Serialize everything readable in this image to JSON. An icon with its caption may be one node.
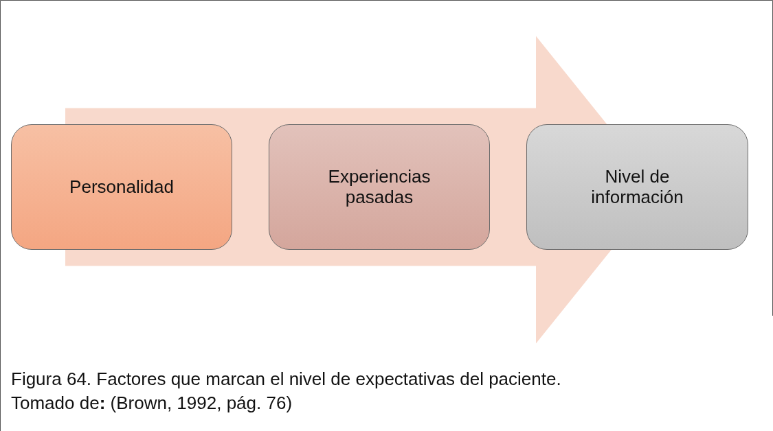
{
  "diagram": {
    "caption": "Figura 64. Factores que marcan el nivel de expectativas del paciente.",
    "nodes": [
      {
        "text": [
          "Personalidad"
        ]
      },
      {
        "text": [
          "Experiencias pasadas"
        ]
      },
      {
        "text": [
          "Nivel de información"
        ]
      }
    ],
    "edges": [
      {
        "from": 0,
        "to": 2,
        "arrow": "to"
      }
    ],
    "labels": [
      "Tomado de**:** (Brown, 1992, pág. 76)"
    ]
  }
}
